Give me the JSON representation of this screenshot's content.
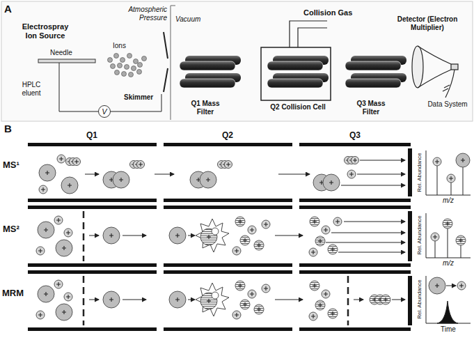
{
  "diagram": {
    "nodes": [
      {
        "text": [
          "V"
        ]
      }
    ],
    "labels": [
      "A",
      "Electrospray Ion Source",
      "Needle",
      "Atmospheric Pressure",
      "Vacuum",
      "Ions",
      "Skimmer",
      "HPLC eluent",
      "Collision Gas",
      "Q1 Mass Filter",
      "Q2 Collision Cell",
      "Q3 Mass Filter",
      "Detector (Electron Multiplier)",
      "Data System",
      "B",
      "Q1",
      "Q2",
      "Q3",
      "MS¹",
      "MS²",
      "MRM",
      "Rel. Abundance",
      "Rel. Abundance",
      "Rel. Abundance",
      "m/z",
      "m/z",
      "Time"
    ]
  }
}
